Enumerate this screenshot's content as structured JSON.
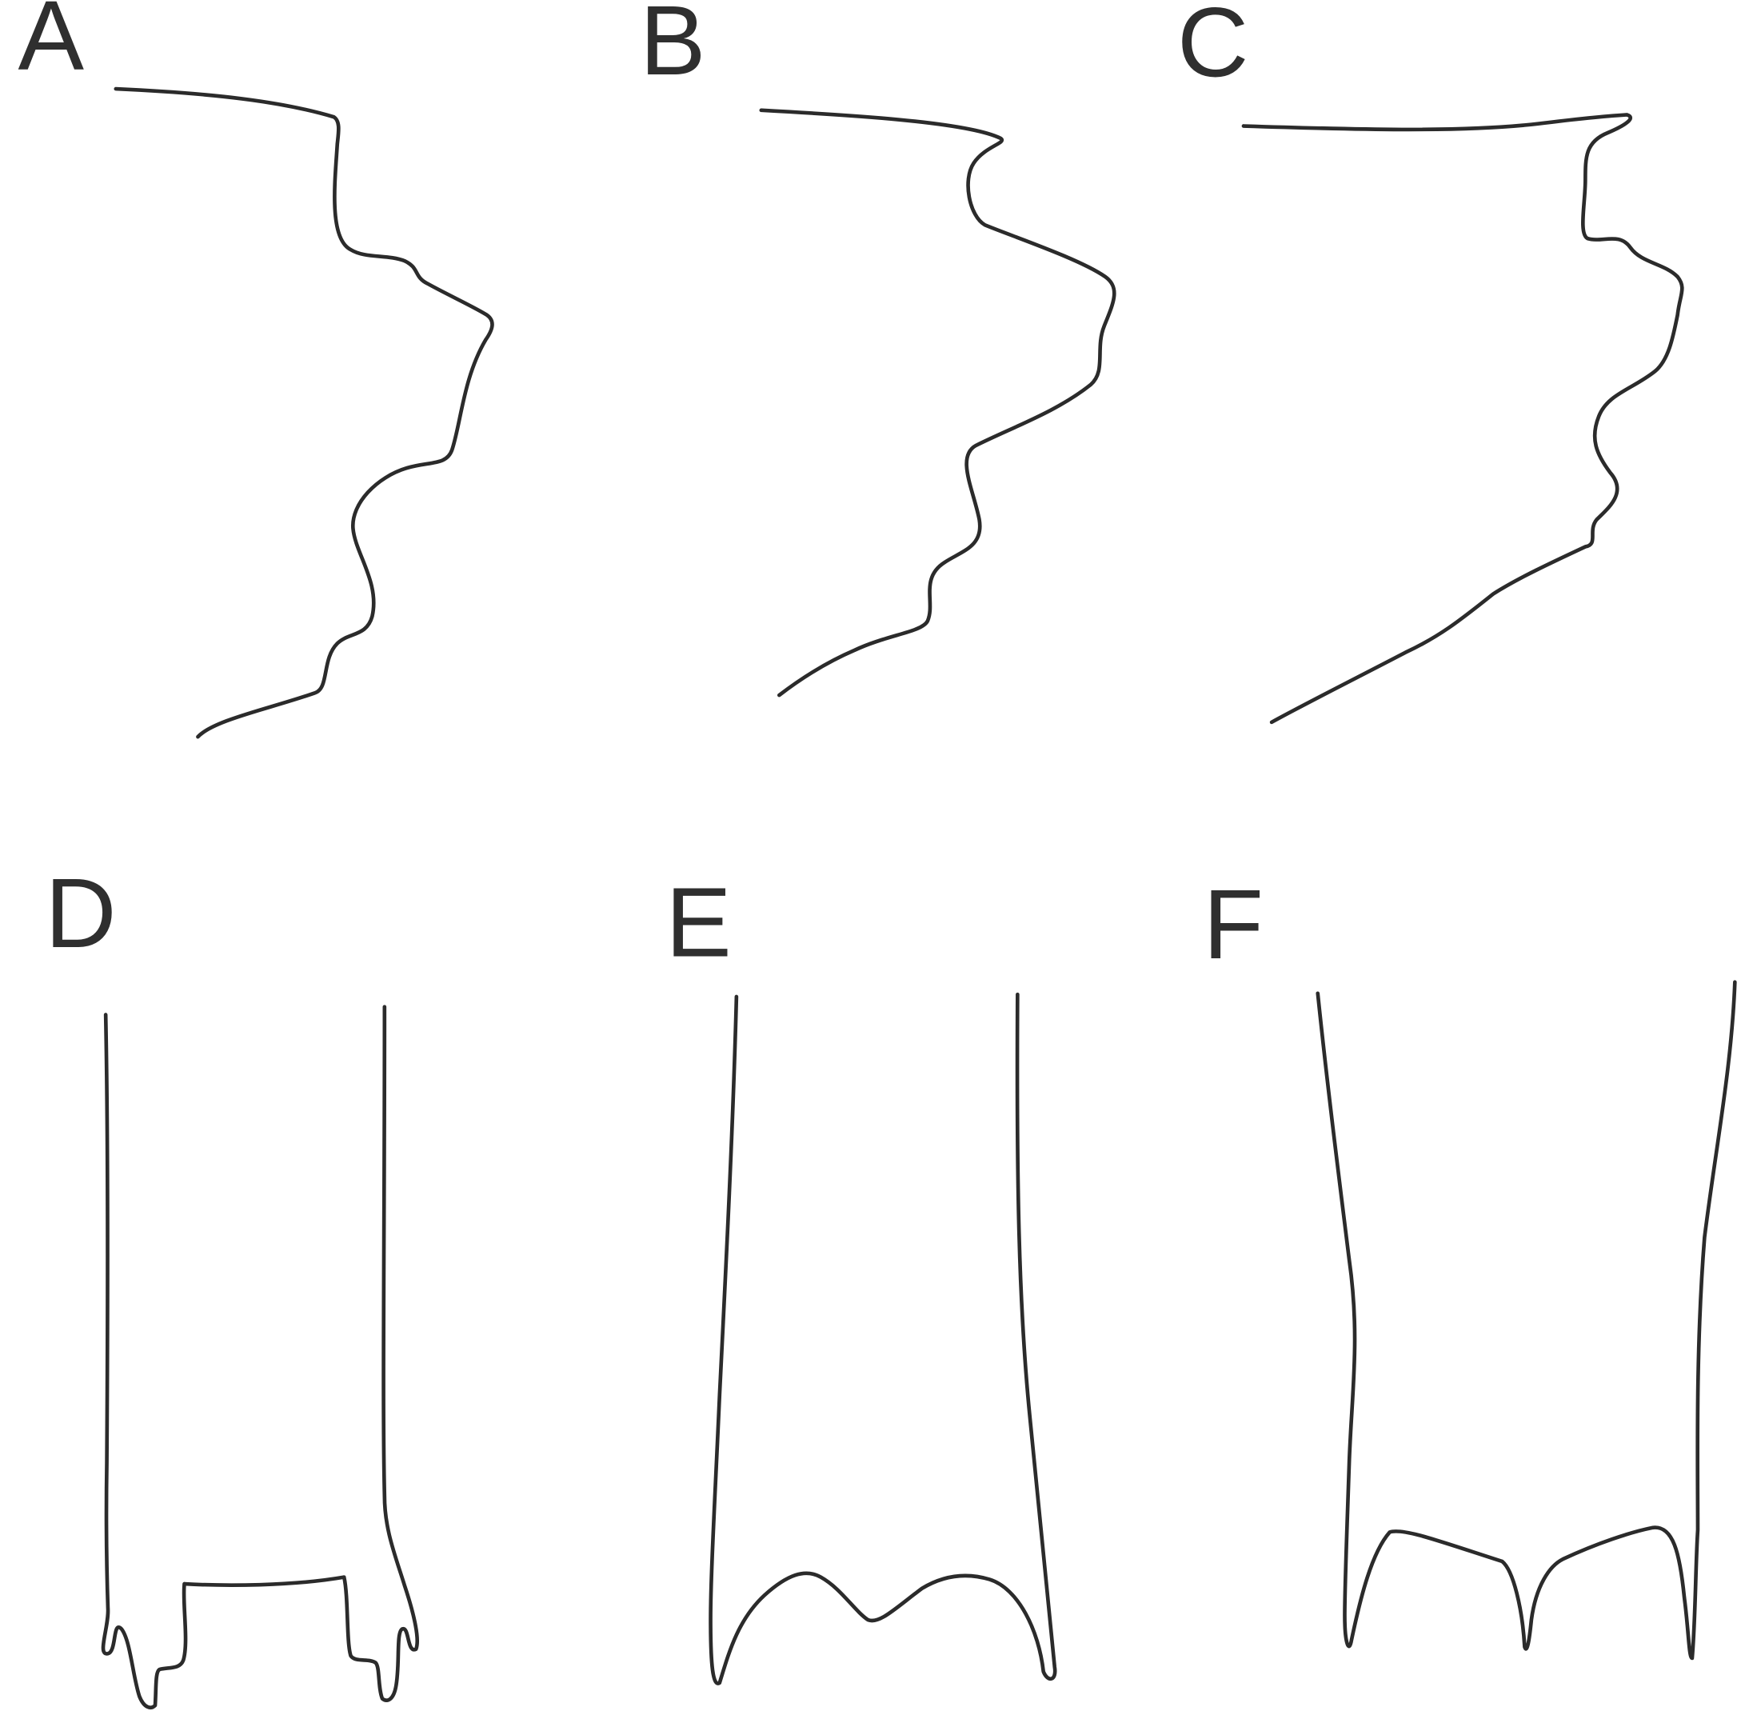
{
  "figure": {
    "stroke_color": "#2b2b2b",
    "label_color": "#2f2f2f",
    "background": "#ffffff"
  },
  "panels": [
    {
      "id": "A",
      "label": "A",
      "view": "lateral"
    },
    {
      "id": "B",
      "label": "B",
      "view": "lateral"
    },
    {
      "id": "C",
      "label": "C",
      "view": "lateral"
    },
    {
      "id": "D",
      "label": "D",
      "view": "dorsal"
    },
    {
      "id": "E",
      "label": "E",
      "view": "dorsal"
    },
    {
      "id": "F",
      "label": "F",
      "view": "dorsal"
    }
  ]
}
